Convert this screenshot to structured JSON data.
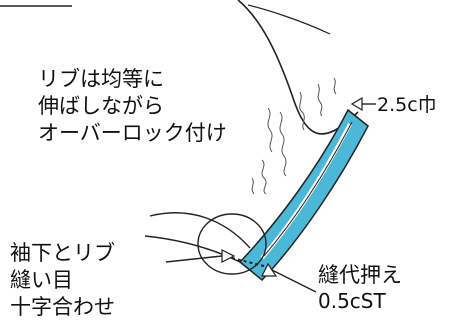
{
  "annotations": {
    "instruction_line1": "リブは均等に",
    "instruction_line2": "伸ばしながら",
    "instruction_line3": "オーバーロック付け",
    "width_label": "2.5c巾",
    "crossing_line1": "袖下とリブ",
    "crossing_line2": "縫い目",
    "crossing_line3": "十字合わせ",
    "seam_press_line1": "縫代押え",
    "seam_press_line2": "0.5cST"
  },
  "colors": {
    "rib_fill": "#4bb8d8",
    "line": "#222222"
  }
}
